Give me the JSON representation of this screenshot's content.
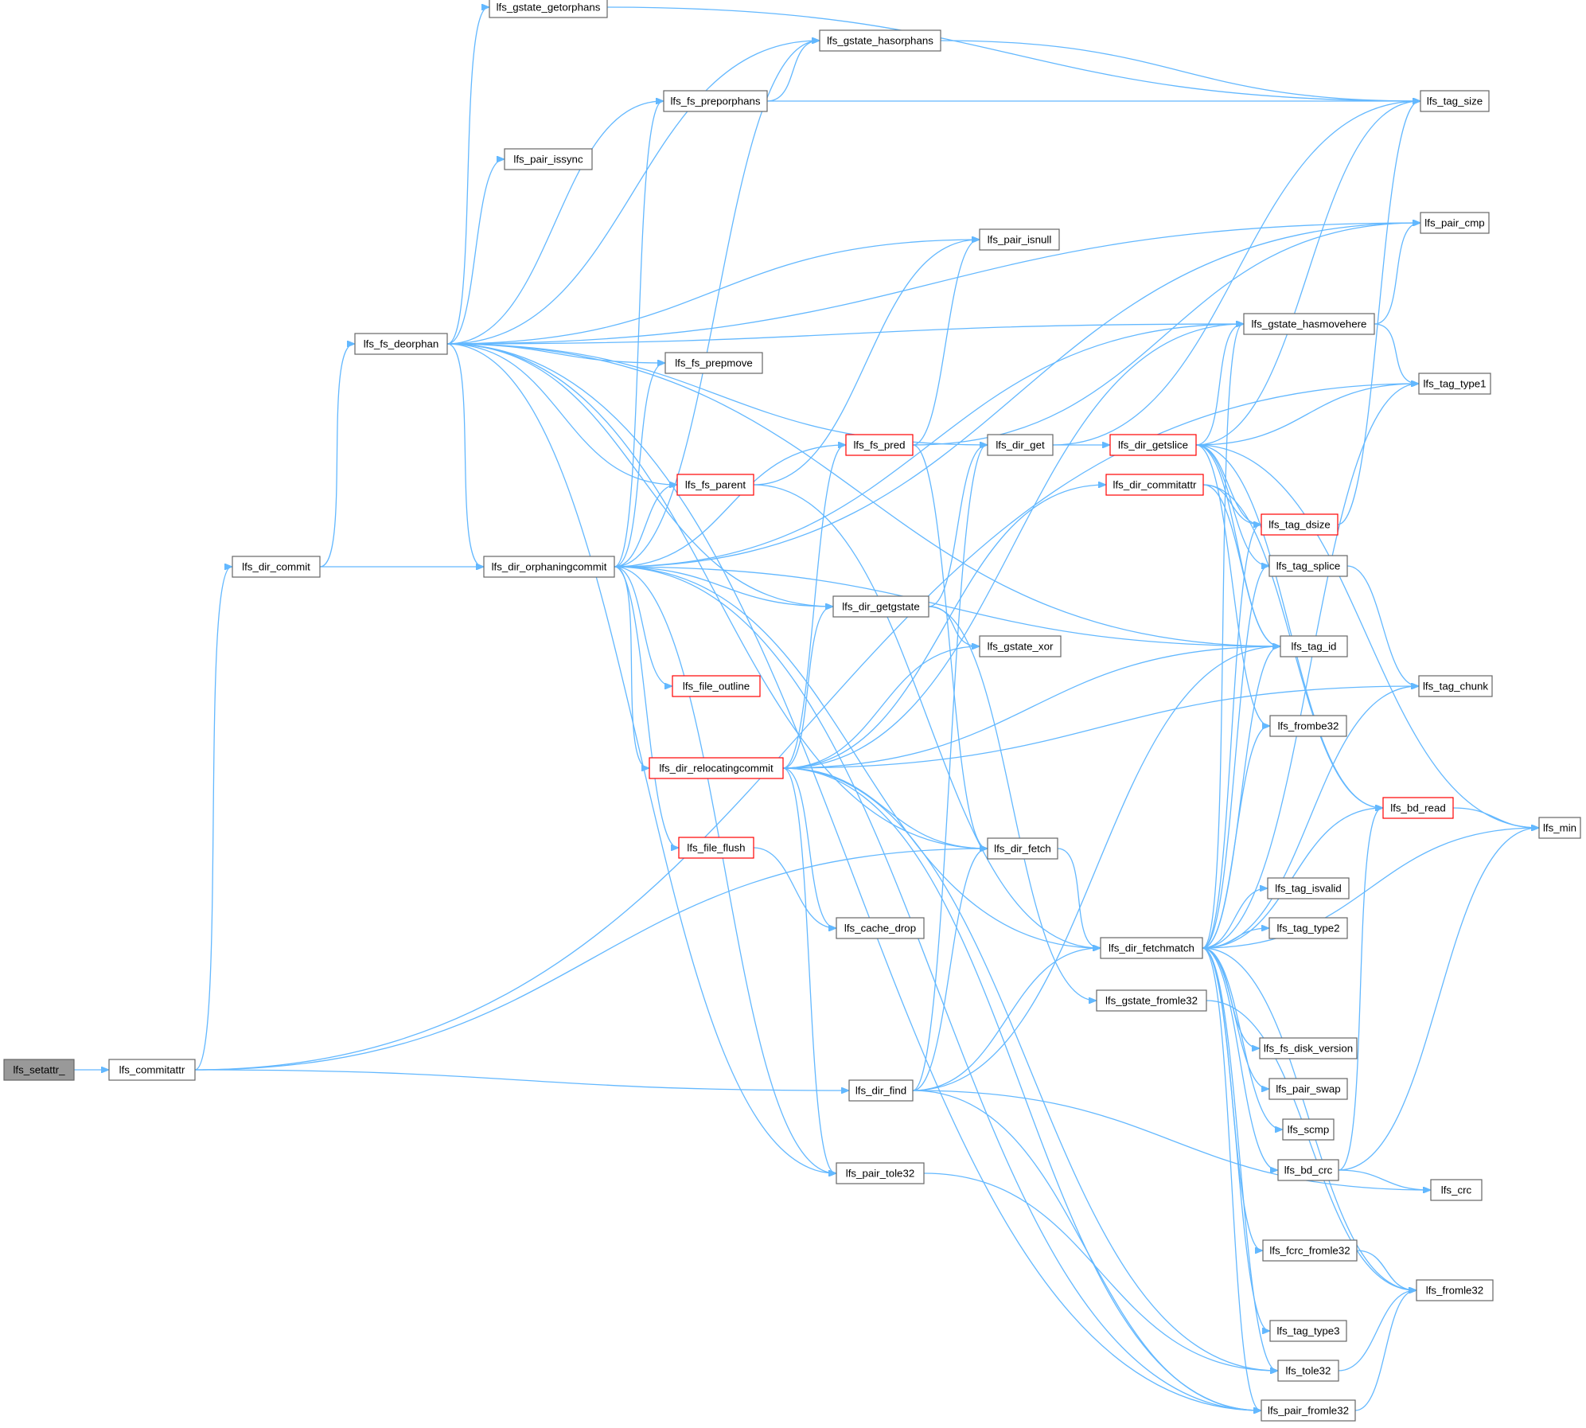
{
  "colors": {
    "edge": "#63b8ff",
    "node_border": "#666666",
    "node_border_highlight": "#ff0000",
    "root_fill": "#999999",
    "background": "#ffffff"
  },
  "root": "lfs_setattr_",
  "nodes": [
    {
      "id": "lfs_setattr_",
      "label": "lfs_setattr_",
      "style": "root"
    },
    {
      "id": "lfs_commitattr",
      "label": "lfs_commitattr",
      "style": "normal"
    },
    {
      "id": "lfs_dir_commit",
      "label": "lfs_dir_commit",
      "style": "normal"
    },
    {
      "id": "lfs_fs_deorphan",
      "label": "lfs_fs_deorphan",
      "style": "normal"
    },
    {
      "id": "lfs_gstate_getorphans",
      "label": "lfs_gstate_getorphans",
      "style": "normal"
    },
    {
      "id": "lfs_gstate_hasorphans",
      "label": "lfs_gstate_hasorphans",
      "style": "normal"
    },
    {
      "id": "lfs_fs_preporphans",
      "label": "lfs_fs_preporphans",
      "style": "normal"
    },
    {
      "id": "lfs_pair_issync",
      "label": "lfs_pair_issync",
      "style": "normal"
    },
    {
      "id": "lfs_pair_isnull",
      "label": "lfs_pair_isnull",
      "style": "normal"
    },
    {
      "id": "lfs_fs_prepmove",
      "label": "lfs_fs_prepmove",
      "style": "normal"
    },
    {
      "id": "lfs_fs_pred",
      "label": "lfs_fs_pred",
      "style": "red"
    },
    {
      "id": "lfs_fs_parent",
      "label": "lfs_fs_parent",
      "style": "red"
    },
    {
      "id": "lfs_dir_get",
      "label": "lfs_dir_get",
      "style": "normal"
    },
    {
      "id": "lfs_dir_getslice",
      "label": "lfs_dir_getslice",
      "style": "red"
    },
    {
      "id": "lfs_dir_commitattr",
      "label": "lfs_dir_commitattr",
      "style": "red"
    },
    {
      "id": "lfs_dir_orphaningcommit",
      "label": "lfs_dir_orphaningcommit",
      "style": "normal"
    },
    {
      "id": "lfs_dir_getgstate",
      "label": "lfs_dir_getgstate",
      "style": "normal"
    },
    {
      "id": "lfs_gstate_xor",
      "label": "lfs_gstate_xor",
      "style": "normal"
    },
    {
      "id": "lfs_file_outline",
      "label": "lfs_file_outline",
      "style": "red"
    },
    {
      "id": "lfs_dir_relocatingcommit",
      "label": "lfs_dir_relocatingcommit",
      "style": "red"
    },
    {
      "id": "lfs_file_flush",
      "label": "lfs_file_flush",
      "style": "red"
    },
    {
      "id": "lfs_cache_drop",
      "label": "lfs_cache_drop",
      "style": "normal"
    },
    {
      "id": "lfs_dir_fetch",
      "label": "lfs_dir_fetch",
      "style": "normal"
    },
    {
      "id": "lfs_dir_fetchmatch",
      "label": "lfs_dir_fetchmatch",
      "style": "normal"
    },
    {
      "id": "lfs_gstate_fromle32",
      "label": "lfs_gstate_fromle32",
      "style": "normal"
    },
    {
      "id": "lfs_dir_find",
      "label": "lfs_dir_find",
      "style": "normal"
    },
    {
      "id": "lfs_pair_tole32",
      "label": "lfs_pair_tole32",
      "style": "normal"
    },
    {
      "id": "lfs_tag_size",
      "label": "lfs_tag_size",
      "style": "normal"
    },
    {
      "id": "lfs_pair_cmp",
      "label": "lfs_pair_cmp",
      "style": "normal"
    },
    {
      "id": "lfs_gstate_hasmovehere",
      "label": "lfs_gstate_hasmovehere",
      "style": "normal"
    },
    {
      "id": "lfs_tag_type1",
      "label": "lfs_tag_type1",
      "style": "normal"
    },
    {
      "id": "lfs_tag_dsize",
      "label": "lfs_tag_dsize",
      "style": "red"
    },
    {
      "id": "lfs_tag_splice",
      "label": "lfs_tag_splice",
      "style": "normal"
    },
    {
      "id": "lfs_tag_id",
      "label": "lfs_tag_id",
      "style": "normal"
    },
    {
      "id": "lfs_tag_chunk",
      "label": "lfs_tag_chunk",
      "style": "normal"
    },
    {
      "id": "lfs_frombe32",
      "label": "lfs_frombe32",
      "style": "normal"
    },
    {
      "id": "lfs_bd_read",
      "label": "lfs_bd_read",
      "style": "red"
    },
    {
      "id": "lfs_min",
      "label": "lfs_min",
      "style": "normal"
    },
    {
      "id": "lfs_tag_isvalid",
      "label": "lfs_tag_isvalid",
      "style": "normal"
    },
    {
      "id": "lfs_tag_type2",
      "label": "lfs_tag_type2",
      "style": "normal"
    },
    {
      "id": "lfs_fs_disk_version",
      "label": "lfs_fs_disk_version",
      "style": "normal"
    },
    {
      "id": "lfs_pair_swap",
      "label": "lfs_pair_swap",
      "style": "normal"
    },
    {
      "id": "lfs_scmp",
      "label": "lfs_scmp",
      "style": "normal"
    },
    {
      "id": "lfs_bd_crc",
      "label": "lfs_bd_crc",
      "style": "normal"
    },
    {
      "id": "lfs_crc",
      "label": "lfs_crc",
      "style": "normal"
    },
    {
      "id": "lfs_fcrc_fromle32",
      "label": "lfs_fcrc_fromle32",
      "style": "normal"
    },
    {
      "id": "lfs_fromle32",
      "label": "lfs_fromle32",
      "style": "normal"
    },
    {
      "id": "lfs_tag_type3",
      "label": "lfs_tag_type3",
      "style": "normal"
    },
    {
      "id": "lfs_tole32",
      "label": "lfs_tole32",
      "style": "normal"
    },
    {
      "id": "lfs_pair_fromle32",
      "label": "lfs_pair_fromle32",
      "style": "normal"
    }
  ],
  "edges": [
    [
      "lfs_setattr_",
      "lfs_commitattr"
    ],
    [
      "lfs_commitattr",
      "lfs_dir_commit"
    ],
    [
      "lfs_commitattr",
      "lfs_dir_fetch"
    ],
    [
      "lfs_commitattr",
      "lfs_dir_find"
    ],
    [
      "lfs_commitattr",
      "lfs_tag_type1"
    ],
    [
      "lfs_dir_commit",
      "lfs_fs_deorphan"
    ],
    [
      "lfs_dir_commit",
      "lfs_dir_orphaningcommit"
    ],
    [
      "lfs_fs_deorphan",
      "lfs_gstate_getorphans"
    ],
    [
      "lfs_fs_deorphan",
      "lfs_gstate_hasorphans"
    ],
    [
      "lfs_fs_deorphan",
      "lfs_fs_preporphans"
    ],
    [
      "lfs_fs_deorphan",
      "lfs_pair_issync"
    ],
    [
      "lfs_fs_deorphan",
      "lfs_pair_isnull"
    ],
    [
      "lfs_fs_deorphan",
      "lfs_gstate_hasmovehere"
    ],
    [
      "lfs_fs_deorphan",
      "lfs_fs_prepmove"
    ],
    [
      "lfs_fs_deorphan",
      "lfs_fs_parent"
    ],
    [
      "lfs_fs_deorphan",
      "lfs_dir_get"
    ],
    [
      "lfs_fs_deorphan",
      "lfs_tag_id"
    ],
    [
      "lfs_fs_deorphan",
      "lfs_dir_orphaningcommit"
    ],
    [
      "lfs_fs_deorphan",
      "lfs_pair_cmp"
    ],
    [
      "lfs_fs_deorphan",
      "lfs_dir_fetch"
    ],
    [
      "lfs_fs_deorphan",
      "lfs_pair_tole32"
    ],
    [
      "lfs_fs_deorphan",
      "lfs_pair_fromle32"
    ],
    [
      "lfs_fs_deorphan",
      "lfs_dir_getgstate"
    ],
    [
      "lfs_gstate_getorphans",
      "lfs_tag_size"
    ],
    [
      "lfs_gstate_hasorphans",
      "lfs_tag_size"
    ],
    [
      "lfs_fs_preporphans",
      "lfs_gstate_hasorphans"
    ],
    [
      "lfs_fs_preporphans",
      "lfs_tag_size"
    ],
    [
      "lfs_dir_orphaningcommit",
      "lfs_fs_preporphans"
    ],
    [
      "lfs_dir_orphaningcommit",
      "lfs_gstate_hasorphans"
    ],
    [
      "lfs_dir_orphaningcommit",
      "lfs_fs_prepmove"
    ],
    [
      "lfs_dir_orphaningcommit",
      "lfs_pair_cmp"
    ],
    [
      "lfs_dir_orphaningcommit",
      "lfs_fs_pred"
    ],
    [
      "lfs_dir_orphaningcommit",
      "lfs_fs_parent"
    ],
    [
      "lfs_dir_orphaningcommit",
      "lfs_dir_fetchmatch"
    ],
    [
      "lfs_dir_orphaningcommit",
      "lfs_gstate_hasmovehere"
    ],
    [
      "lfs_dir_orphaningcommit",
      "lfs_tag_id"
    ],
    [
      "lfs_dir_orphaningcommit",
      "lfs_dir_getgstate"
    ],
    [
      "lfs_dir_orphaningcommit",
      "lfs_file_outline"
    ],
    [
      "lfs_dir_orphaningcommit",
      "lfs_dir_relocatingcommit"
    ],
    [
      "lfs_dir_orphaningcommit",
      "lfs_file_flush"
    ],
    [
      "lfs_dir_orphaningcommit",
      "lfs_pair_tole32"
    ],
    [
      "lfs_dir_orphaningcommit",
      "lfs_pair_fromle32"
    ],
    [
      "lfs_fs_pred",
      "lfs_pair_isnull"
    ],
    [
      "lfs_fs_pred",
      "lfs_pair_cmp"
    ],
    [
      "lfs_fs_pred",
      "lfs_dir_fetch"
    ],
    [
      "lfs_fs_parent",
      "lfs_pair_isnull"
    ],
    [
      "lfs_fs_parent",
      "lfs_dir_fetchmatch"
    ],
    [
      "lfs_dir_get",
      "lfs_tag_size"
    ],
    [
      "lfs_dir_get",
      "lfs_dir_getslice"
    ],
    [
      "lfs_dir_getslice",
      "lfs_tag_size"
    ],
    [
      "lfs_dir_getslice",
      "lfs_gstate_hasmovehere"
    ],
    [
      "lfs_dir_getslice",
      "lfs_tag_type1"
    ],
    [
      "lfs_dir_getslice",
      "lfs_tag_dsize"
    ],
    [
      "lfs_dir_getslice",
      "lfs_tag_splice"
    ],
    [
      "lfs_dir_getslice",
      "lfs_tag_id"
    ],
    [
      "lfs_dir_getslice",
      "lfs_frombe32"
    ],
    [
      "lfs_dir_getslice",
      "lfs_bd_read"
    ],
    [
      "lfs_dir_getslice",
      "lfs_min"
    ],
    [
      "lfs_dir_commitattr",
      "lfs_tag_dsize"
    ],
    [
      "lfs_dir_commitattr",
      "lfs_tag_id"
    ],
    [
      "lfs_dir_commitattr",
      "lfs_bd_read"
    ],
    [
      "lfs_gstate_hasmovehere",
      "lfs_pair_cmp"
    ],
    [
      "lfs_gstate_hasmovehere",
      "lfs_tag_type1"
    ],
    [
      "lfs_tag_dsize",
      "lfs_tag_size"
    ],
    [
      "lfs_tag_splice",
      "lfs_tag_chunk"
    ],
    [
      "lfs_bd_read",
      "lfs_min"
    ],
    [
      "lfs_dir_getgstate",
      "lfs_dir_get"
    ],
    [
      "lfs_dir_getgstate",
      "lfs_gstate_xor"
    ],
    [
      "lfs_dir_getgstate",
      "lfs_gstate_fromle32"
    ],
    [
      "lfs_dir_relocatingcommit",
      "lfs_fs_pred"
    ],
    [
      "lfs_dir_relocatingcommit",
      "lfs_dir_getgstate"
    ],
    [
      "lfs_dir_relocatingcommit",
      "lfs_gstate_xor"
    ],
    [
      "lfs_dir_relocatingcommit",
      "lfs_dir_commitattr"
    ],
    [
      "lfs_dir_relocatingcommit",
      "lfs_tag_id"
    ],
    [
      "lfs_dir_relocatingcommit",
      "lfs_tag_chunk"
    ],
    [
      "lfs_dir_relocatingcommit",
      "lfs_gstate_hasmovehere"
    ],
    [
      "lfs_dir_relocatingcommit",
      "lfs_cache_drop"
    ],
    [
      "lfs_dir_relocatingcommit",
      "lfs_dir_fetch"
    ],
    [
      "lfs_dir_relocatingcommit",
      "lfs_pair_tole32"
    ],
    [
      "lfs_dir_relocatingcommit",
      "lfs_pair_fromle32"
    ],
    [
      "lfs_dir_relocatingcommit",
      "lfs_tole32"
    ],
    [
      "lfs_file_flush",
      "lfs_cache_drop"
    ],
    [
      "lfs_dir_fetch",
      "lfs_dir_fetchmatch"
    ],
    [
      "lfs_dir_find",
      "lfs_dir_get"
    ],
    [
      "lfs_dir_find",
      "lfs_dir_fetch"
    ],
    [
      "lfs_dir_find",
      "lfs_dir_fetchmatch"
    ],
    [
      "lfs_dir_find",
      "lfs_tag_id"
    ],
    [
      "lfs_dir_find",
      "lfs_pair_fromle32"
    ],
    [
      "lfs_dir_find",
      "lfs_crc"
    ],
    [
      "lfs_pair_tole32",
      "lfs_tole32"
    ],
    [
      "lfs_gstate_fromle32",
      "lfs_fromle32"
    ],
    [
      "lfs_dir_fetchmatch",
      "lfs_gstate_hasmovehere"
    ],
    [
      "lfs_dir_fetchmatch",
      "lfs_tag_type1"
    ],
    [
      "lfs_dir_fetchmatch",
      "lfs_tag_dsize"
    ],
    [
      "lfs_dir_fetchmatch",
      "lfs_tag_splice"
    ],
    [
      "lfs_dir_fetchmatch",
      "lfs_tag_id"
    ],
    [
      "lfs_dir_fetchmatch",
      "lfs_tag_chunk"
    ],
    [
      "lfs_dir_fetchmatch",
      "lfs_frombe32"
    ],
    [
      "lfs_dir_fetchmatch",
      "lfs_bd_read"
    ],
    [
      "lfs_dir_fetchmatch",
      "lfs_min"
    ],
    [
      "lfs_dir_fetchmatch",
      "lfs_tag_isvalid"
    ],
    [
      "lfs_dir_fetchmatch",
      "lfs_tag_type2"
    ],
    [
      "lfs_dir_fetchmatch",
      "lfs_fs_disk_version"
    ],
    [
      "lfs_dir_fetchmatch",
      "lfs_pair_swap"
    ],
    [
      "lfs_dir_fetchmatch",
      "lfs_scmp"
    ],
    [
      "lfs_dir_fetchmatch",
      "lfs_bd_crc"
    ],
    [
      "lfs_dir_fetchmatch",
      "lfs_fcrc_fromle32"
    ],
    [
      "lfs_dir_fetchmatch",
      "lfs_fromle32"
    ],
    [
      "lfs_dir_fetchmatch",
      "lfs_tag_type3"
    ],
    [
      "lfs_dir_fetchmatch",
      "lfs_tole32"
    ],
    [
      "lfs_dir_fetchmatch",
      "lfs_pair_fromle32"
    ],
    [
      "lfs_bd_crc",
      "lfs_bd_read"
    ],
    [
      "lfs_bd_crc",
      "lfs_crc"
    ],
    [
      "lfs_bd_crc",
      "lfs_min"
    ],
    [
      "lfs_fcrc_fromle32",
      "lfs_fromle32"
    ],
    [
      "lfs_tole32",
      "lfs_fromle32"
    ],
    [
      "lfs_pair_fromle32",
      "lfs_fromle32"
    ]
  ]
}
